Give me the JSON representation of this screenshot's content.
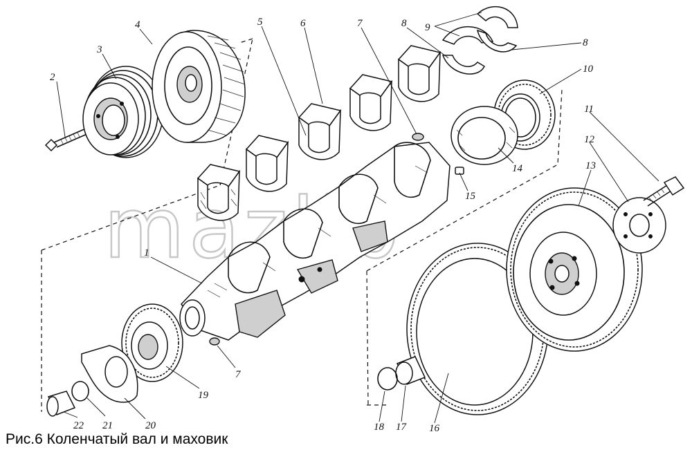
{
  "caption": "Рис.6 Коленчатый вал и маховик",
  "watermark": "mazlib",
  "part_labels": {
    "p1": "1",
    "p2": "2",
    "p3": "3",
    "p4": "4",
    "p5": "5",
    "p6": "6",
    "p7a": "7",
    "p7b": "7",
    "p8a": "8",
    "p8b": "8",
    "p9": "9",
    "p10": "10",
    "p11": "11",
    "p12": "12",
    "p13": "13",
    "p14": "14",
    "p15": "15",
    "p16": "16",
    "p17": "17",
    "p18": "18",
    "p19": "19",
    "p20": "20",
    "p21": "21",
    "p22": "22"
  }
}
